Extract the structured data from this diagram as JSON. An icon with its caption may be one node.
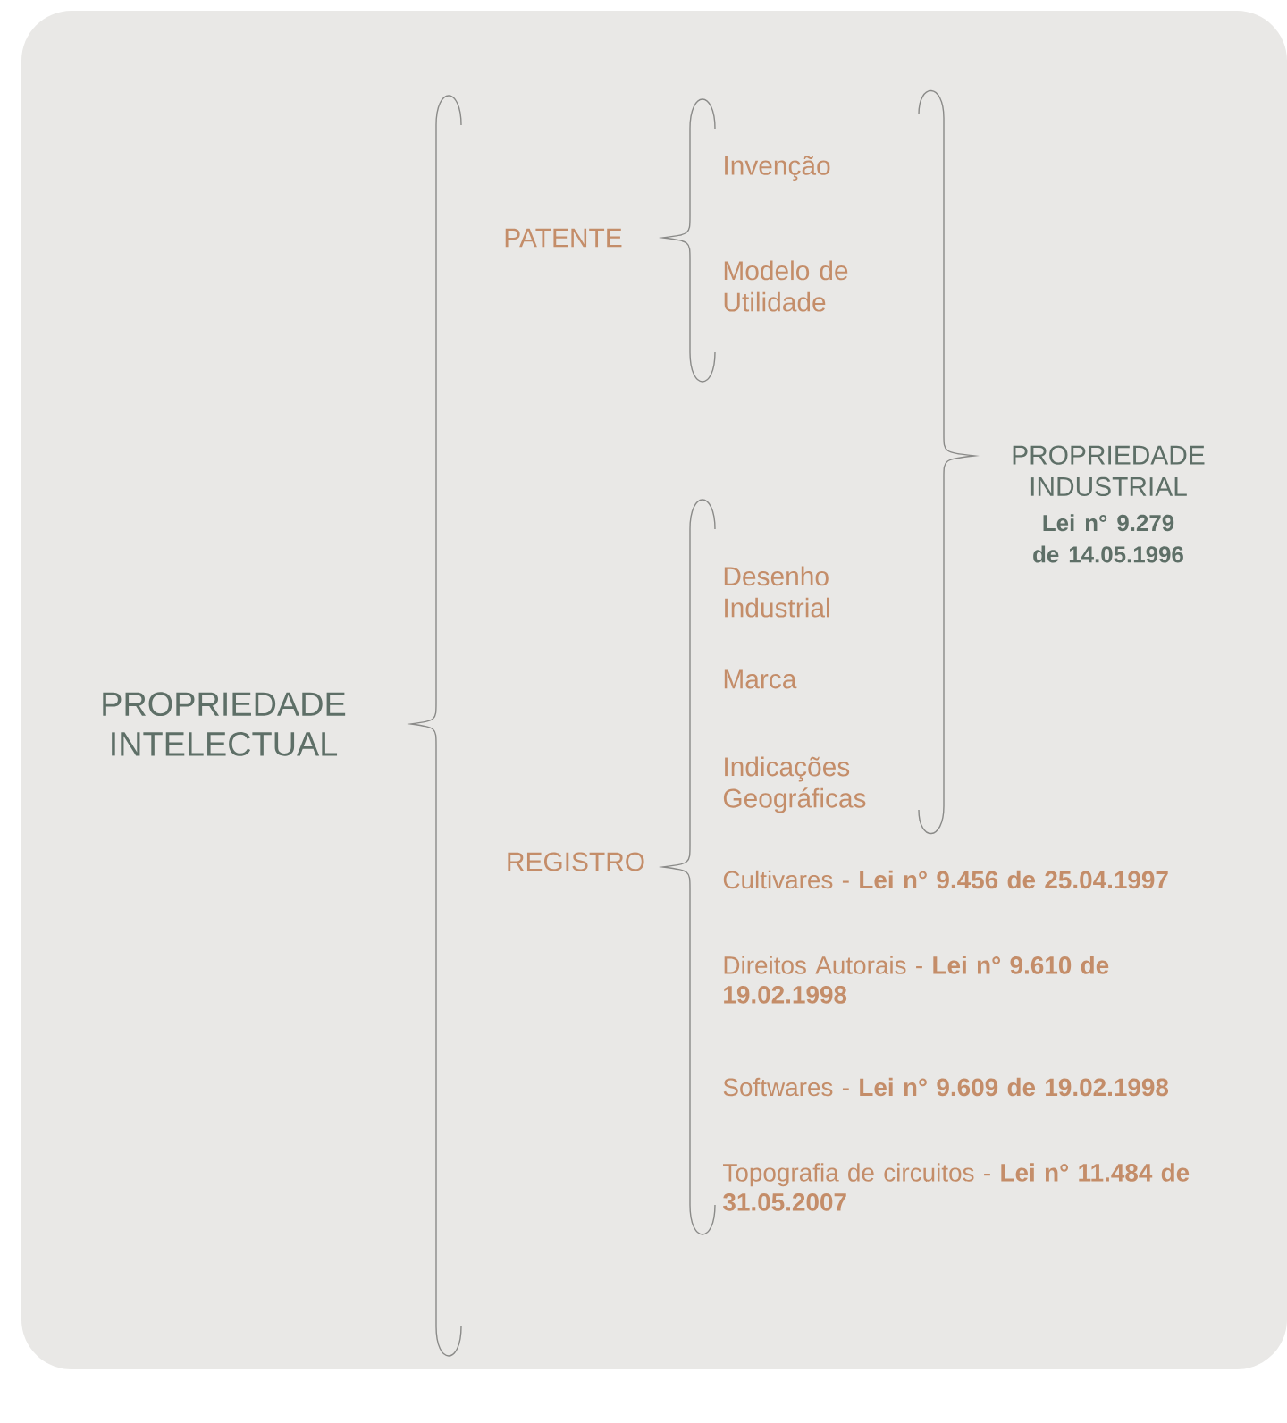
{
  "diagram": {
    "nodes": [
      {
        "text": [
          "PROPRIEDADE INTELECTUAL"
        ]
      },
      {
        "text": [
          "PATENTE"
        ]
      },
      {
        "text": [
          "Invenção"
        ]
      },
      {
        "text": [
          "Modelo de Utilidade"
        ]
      },
      {
        "text": [
          "REGISTRO"
        ]
      },
      {
        "text": [
          "Desenho Industrial"
        ]
      },
      {
        "text": [
          "Marca"
        ]
      },
      {
        "text": [
          "Indicações Geográficas"
        ]
      },
      {
        "text": [
          "Cultivares - **Lei n° 9.456 de 25.04.1997**"
        ]
      },
      {
        "text": [
          "Direitos Autorais - **Lei n° 9.610 de 19.02.1998**"
        ]
      },
      {
        "text": [
          "Softwares - **Lei n° 9.609 de 19.02.1998**"
        ]
      },
      {
        "text": [
          "Topografia de circuitos - **Lei n° 11.484 de 31.05.2007**"
        ]
      },
      {
        "text": [
          "PROPRIEDADE INDUSTRIAL",
          "Lei n° 9.279 de 14.05.1996"
        ]
      }
    ]
  }
}
